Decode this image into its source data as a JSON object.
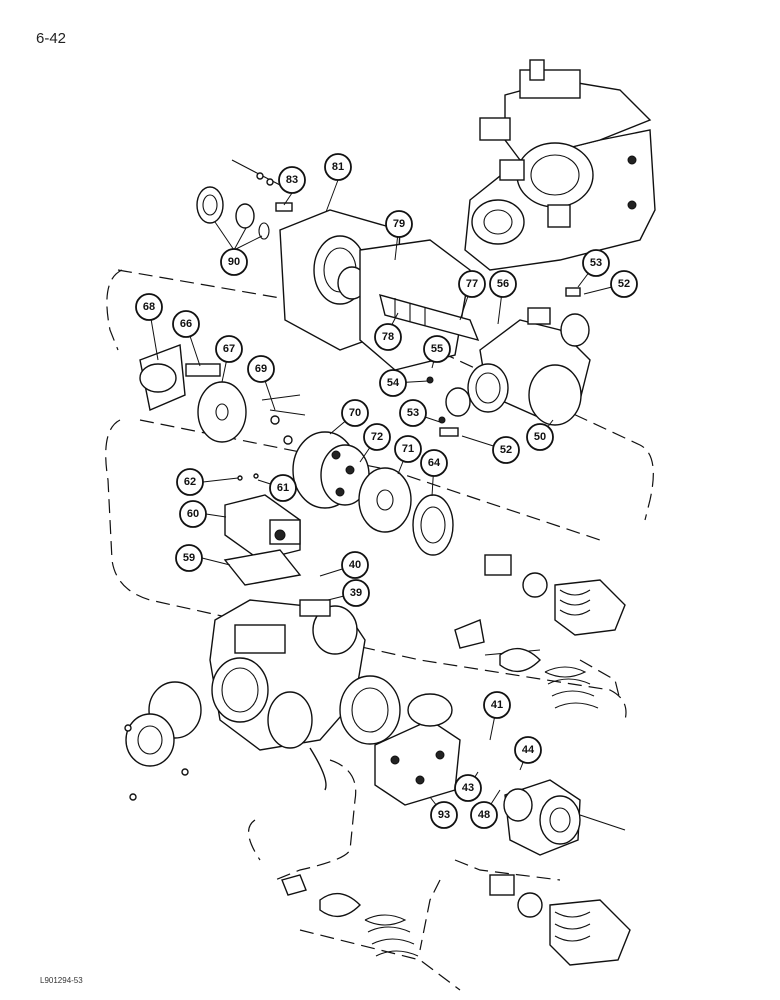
{
  "page_number": "6-42",
  "footer_code": "L901294-53",
  "callouts": [
    "90",
    "83",
    "81",
    "79",
    "77",
    "56",
    "53",
    "52",
    "78",
    "55",
    "54",
    "53",
    "52",
    "50",
    "68",
    "66",
    "67",
    "69",
    "70",
    "72",
    "71",
    "64",
    "62",
    "61",
    "60",
    "59",
    "40",
    "39",
    "41",
    "44",
    "43",
    "48",
    "93"
  ]
}
